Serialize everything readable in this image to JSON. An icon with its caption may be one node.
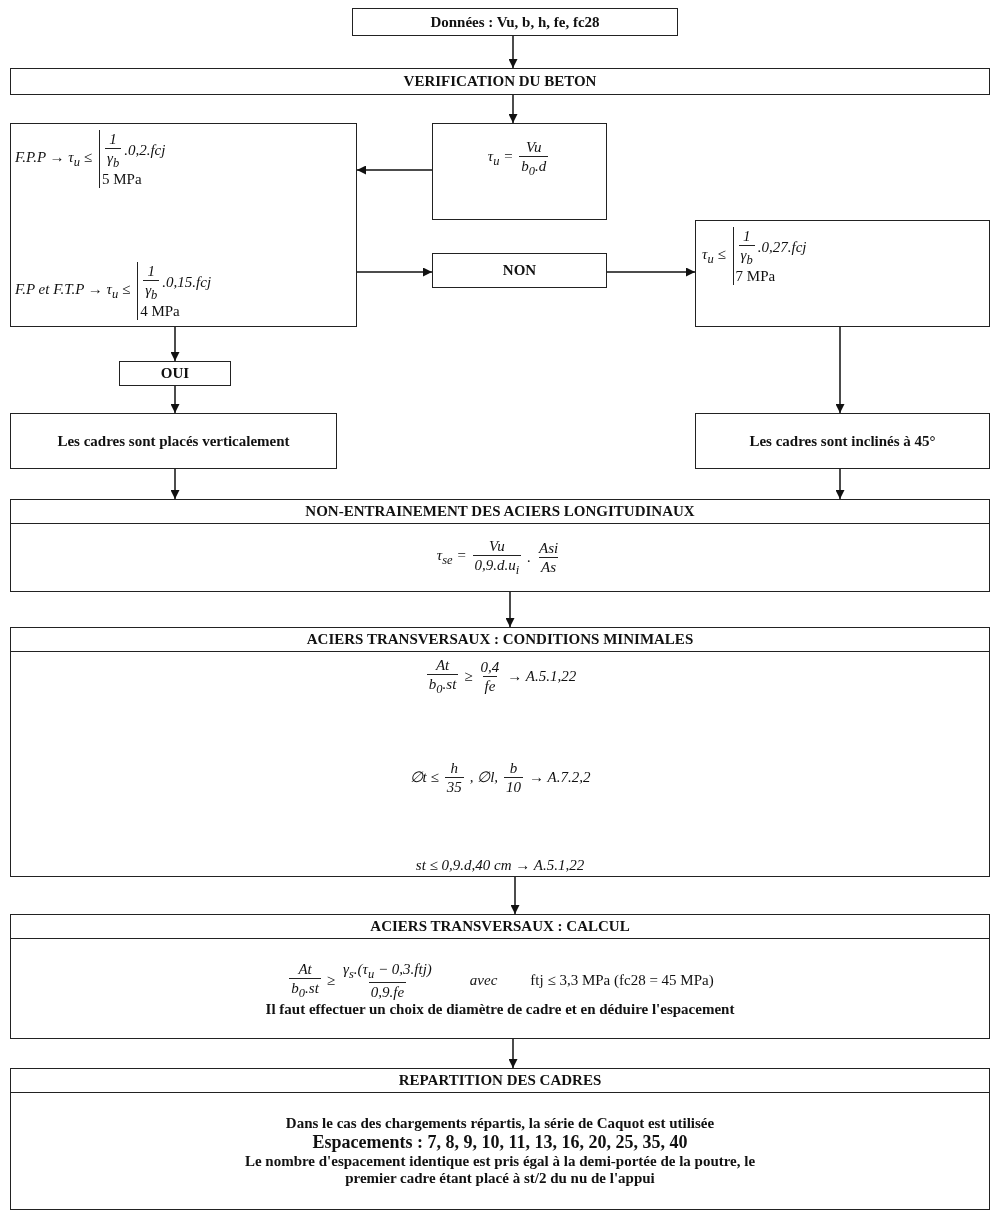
{
  "diagram": {
    "nodes": [
      {
        "text": [
          "Données : Vu, b, h, fe, fc28"
        ]
      },
      {
        "text": [
          "VERIFICATION DU BETON"
        ]
      },
      {
        "text": [
          "τ$_{u}$ =",
          "Vu",
          "b$_{0}$.d"
        ]
      },
      {
        "text": [
          "F.P.P → τ$_{u}$ ≤",
          "1",
          "γ$_{b}$",
          ".0,2.fcj",
          "5 MPa",
          "F.P et F.T.P → τ$_{u}$ ≤",
          "1",
          "γ$_{b}$",
          ".0,15.fcj",
          "4 MPa"
        ]
      },
      {
        "text": [
          "NON"
        ]
      },
      {
        "text": [
          "τ$_{u}$ ≤",
          "1",
          "γ$_{b}$",
          ".0,27.fcj",
          "7 MPa"
        ]
      },
      {
        "text": [
          "OUI"
        ]
      },
      {
        "text": [
          "Les cadres sont placés verticalement"
        ]
      },
      {
        "text": [
          "Les cadres sont inclinés à 45°"
        ]
      },
      {
        "text": [
          "NON-ENTRAINEMENT DES ACIERS LONGITUDINAUX",
          "τ$_{se}$ =",
          "Vu",
          "0,9.d.u$_{i}$",
          ".",
          "Asi",
          "As"
        ]
      },
      {
        "text": [
          "ACIERS TRANSVERSAUX : CONDITIONS MINIMALES",
          "At",
          "b$_{0}$.st",
          "≥",
          "0,4",
          "fe",
          "→ A.5.1,22",
          "∅t ≤",
          "h",
          "35",
          ", ∅l,",
          "b",
          "10",
          "→ A.7.2,2",
          "st ≤ 0,9.d,40 cm → A.5.1,22"
        ]
      },
      {
        "text": [
          "ACIERS TRANSVERSAUX : CALCUL",
          "At",
          "b$_{0}$.st",
          "≥",
          "γ$_{s}$.(τ$_{u}$ − 0,3.ftj)",
          "0,9.fe",
          "avec",
          "ftj ≤ 3,3 MPa (fc28 = 45 MPa)",
          "Il faut effectuer un choix de diamètre de cadre et en déduire l'espacement"
        ]
      },
      {
        "text": [
          "REPARTITION DES CADRES",
          "Dans le cas des chargements répartis, la série de Caquot est utilisée",
          "Espacements : 7, 8, 9, 10, 11, 13, 16, 20, 25, 35, 40",
          "Le nombre d'espacement identique est pris égal à la demi-portée de la poutre, le premier cadre étant placé à st/2 du nu de l'appui"
        ]
      }
    ],
    "edges": [
      {
        "from": 0,
        "to": 1,
        "arrow": "to"
      },
      {
        "from": 1,
        "to": 2,
        "arrow": "to"
      },
      {
        "from": 2,
        "to": 3,
        "arrow": "to"
      },
      {
        "from": 3,
        "to": 4,
        "arrow": "to"
      },
      {
        "from": 4,
        "to": 5,
        "arrow": "to"
      },
      {
        "from": 3,
        "to": 6,
        "arrow": "to"
      },
      {
        "from": 6,
        "to": 7,
        "arrow": "to"
      },
      {
        "from": 5,
        "to": 8,
        "arrow": "to"
      },
      {
        "from": 7,
        "to": 9,
        "arrow": "to"
      },
      {
        "from": 8,
        "to": 9,
        "arrow": "to"
      },
      {
        "from": 9,
        "to": 10,
        "arrow": "to"
      },
      {
        "from": 10,
        "to": 11,
        "arrow": "to"
      },
      {
        "from": 11,
        "to": 12,
        "arrow": "to"
      }
    ]
  }
}
